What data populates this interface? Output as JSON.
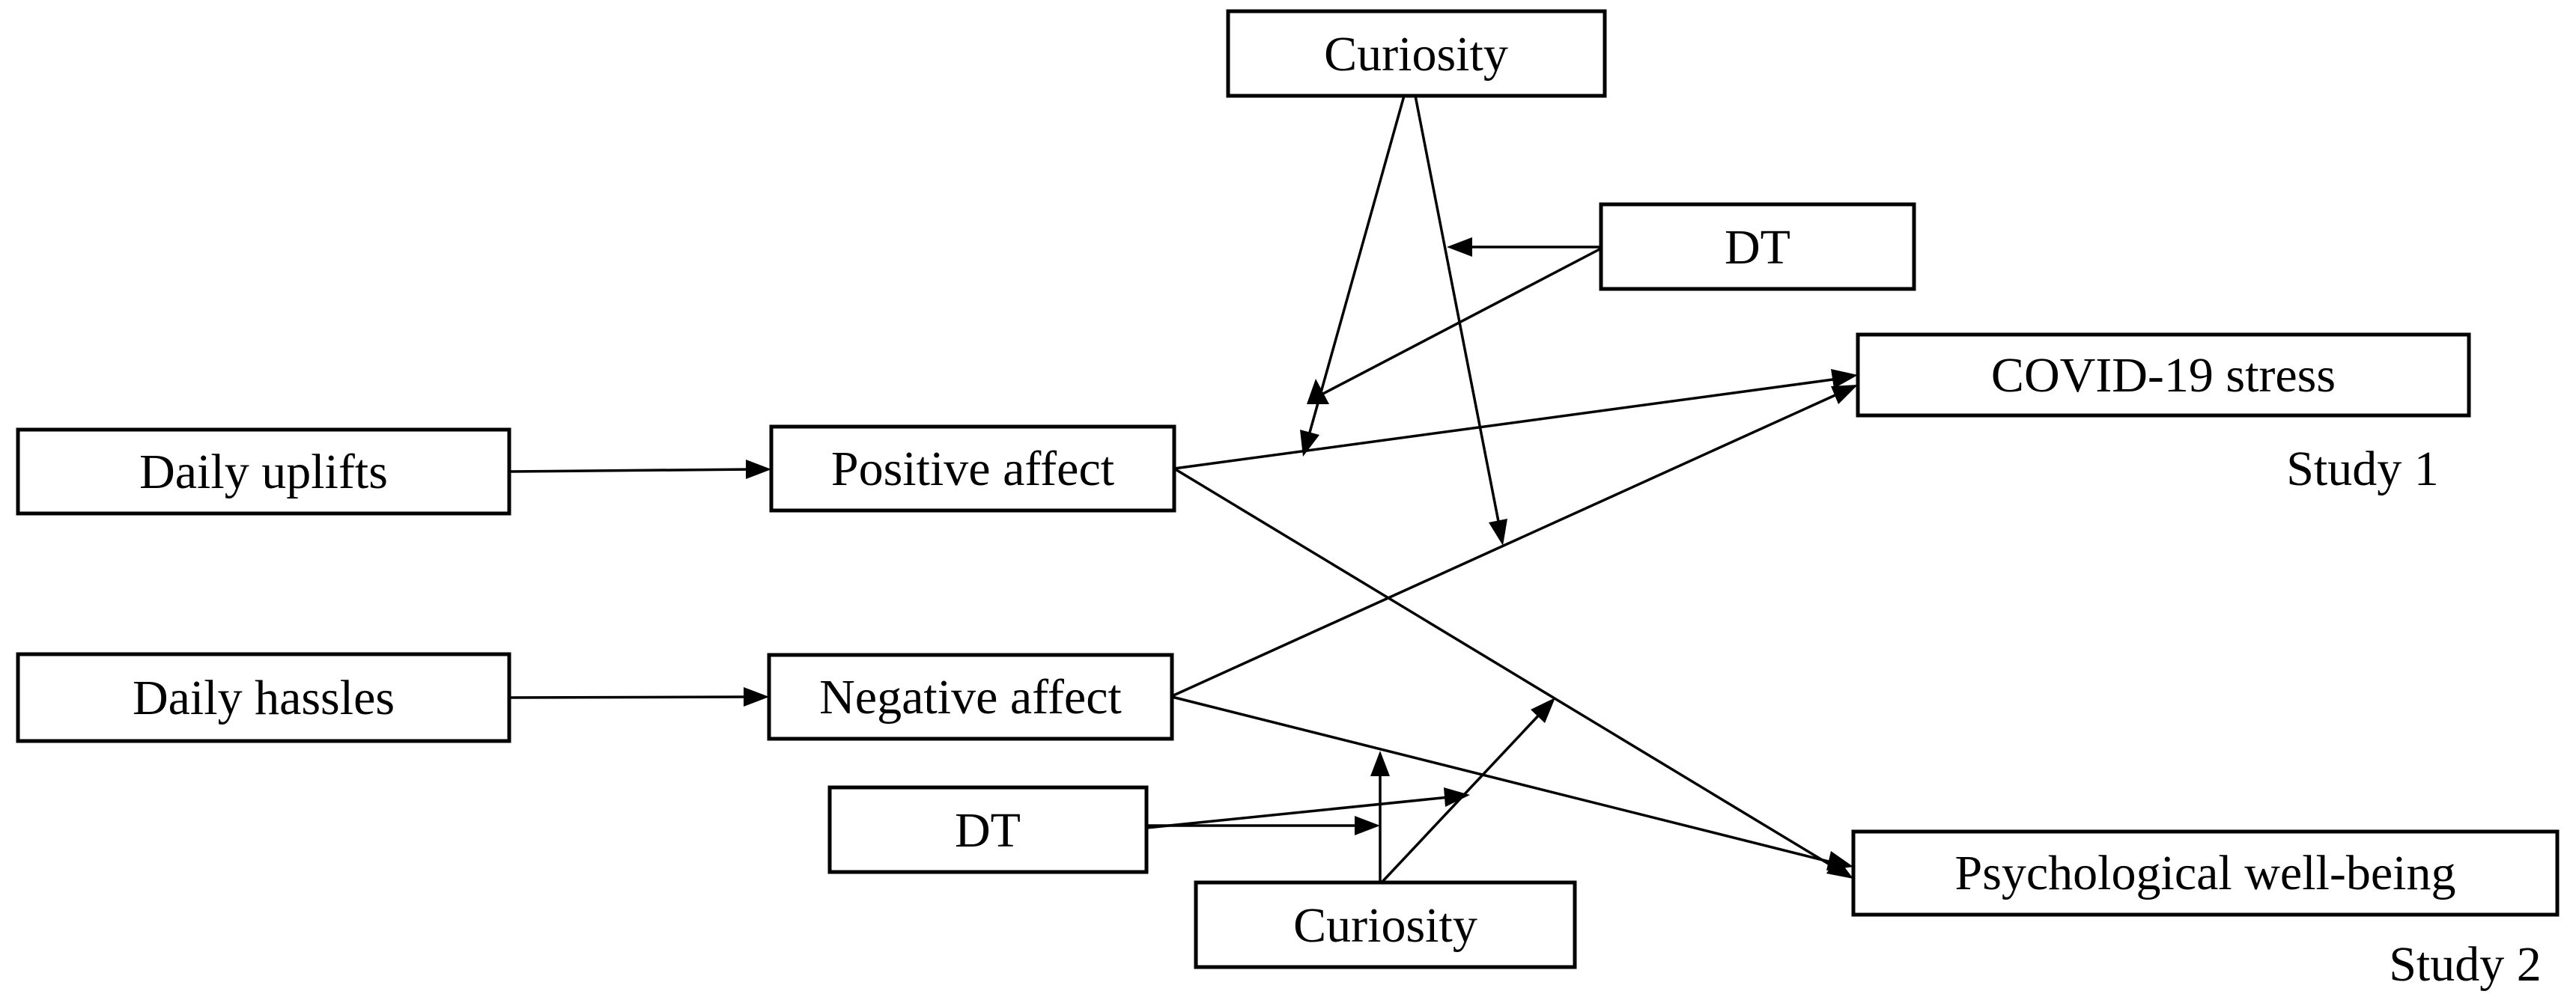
{
  "diagram": {
    "kind": "path-model-moderation-diagram",
    "colors": {
      "background": "#ffffff",
      "line": "#000000",
      "box_fill": "#ffffff"
    },
    "nodes": [
      {
        "id": "daily-uplifts",
        "label": "Daily uplifts"
      },
      {
        "id": "positive-affect",
        "label": "Positive affect"
      },
      {
        "id": "daily-hassles",
        "label": "Daily hassles"
      },
      {
        "id": "negative-affect",
        "label": "Negative affect"
      },
      {
        "id": "curiosity-top",
        "label": "Curiosity"
      },
      {
        "id": "dt-top",
        "label": "DT"
      },
      {
        "id": "covid-stress",
        "label": "COVID-19 stress"
      },
      {
        "id": "dt-bottom",
        "label": "DT"
      },
      {
        "id": "curiosity-bottom",
        "label": "Curiosity"
      },
      {
        "id": "well-being",
        "label": "Psychological well-being"
      }
    ],
    "annotations": [
      {
        "id": "study-1",
        "label": "Study 1"
      },
      {
        "id": "study-2",
        "label": "Study 2"
      }
    ],
    "edges": [
      {
        "from": "Daily uplifts",
        "to": "Positive affect",
        "type": "direct"
      },
      {
        "from": "Daily hassles",
        "to": "Negative affect",
        "type": "direct"
      },
      {
        "from": "Positive affect",
        "to": "COVID-19 stress",
        "type": "direct"
      },
      {
        "from": "Negative affect",
        "to": "COVID-19 stress",
        "type": "direct"
      },
      {
        "from": "Positive affect",
        "to": "Psychological well-being",
        "type": "direct"
      },
      {
        "from": "Negative affect",
        "to": "Psychological well-being",
        "type": "direct"
      },
      {
        "from": "Curiosity (top)",
        "to": "Positive affect to COVID-19 stress path",
        "type": "moderation"
      },
      {
        "from": "Curiosity (top)",
        "to": "Negative affect to COVID-19 stress path",
        "type": "moderation"
      },
      {
        "from": "DT (top)",
        "to": "Curiosity left moderation path",
        "type": "moderation"
      },
      {
        "from": "DT (top)",
        "to": "Curiosity right moderation path",
        "type": "moderation"
      },
      {
        "from": "DT (bottom)",
        "to": "Curiosity vertical moderation path",
        "type": "moderation"
      },
      {
        "from": "DT (bottom)",
        "to": "Curiosity diagonal moderation path",
        "type": "moderation"
      },
      {
        "from": "Curiosity (bottom)",
        "to": "Negative affect to Psychological well-being path",
        "type": "moderation"
      },
      {
        "from": "Curiosity (bottom)",
        "to": "Positive affect to Psychological well-being path",
        "type": "moderation"
      }
    ]
  }
}
